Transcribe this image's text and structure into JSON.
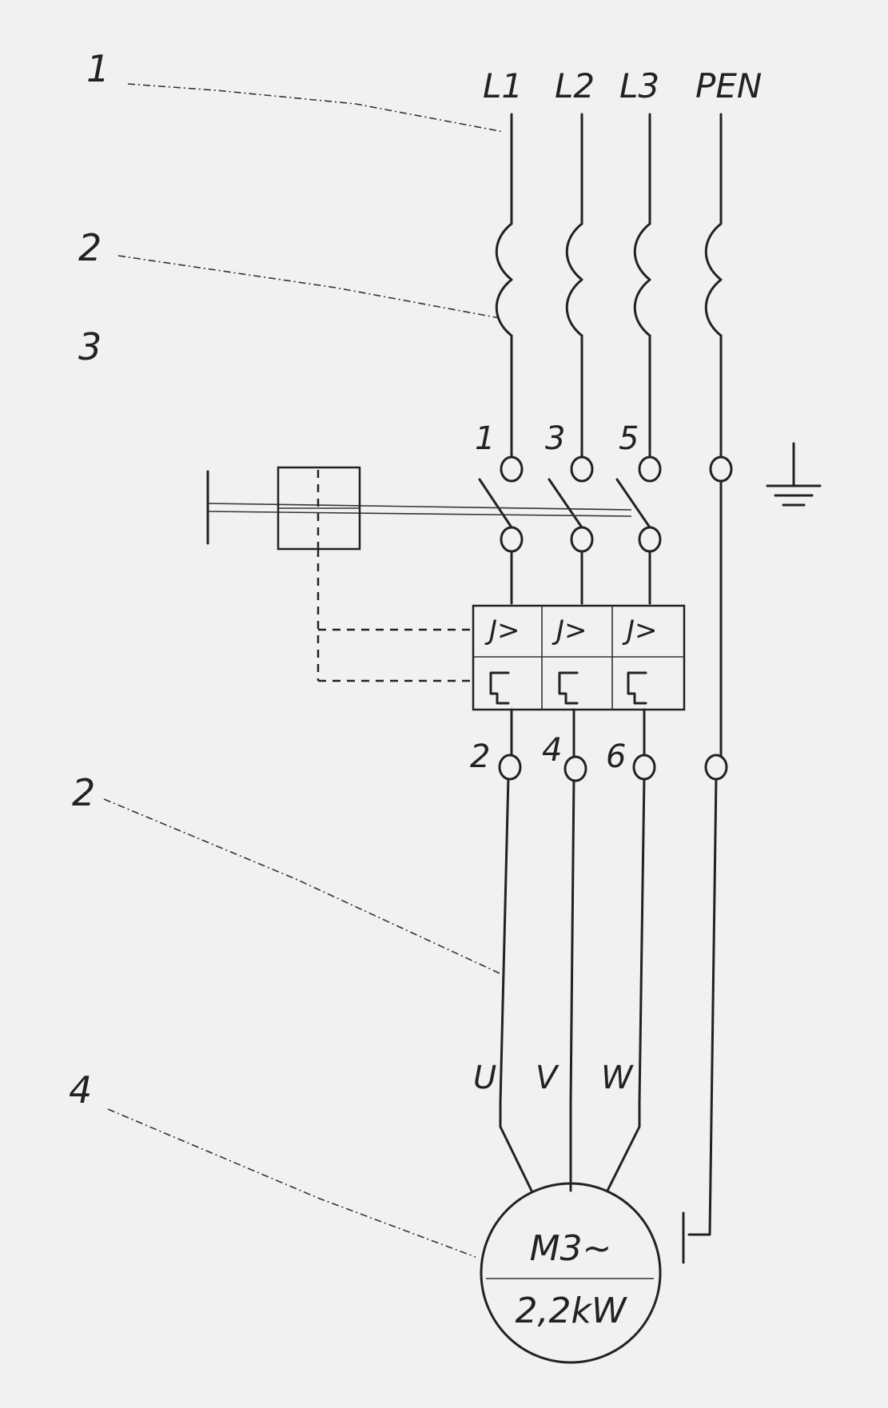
{
  "callouts": {
    "c1": "1",
    "c2_top": "2",
    "c3": "3",
    "c2_bottom": "2",
    "c4": "4"
  },
  "phases": {
    "l1": "L1",
    "l2": "L2",
    "l3": "L3",
    "pen": "PEN"
  },
  "terminals_in": {
    "t1": "1",
    "t3": "3",
    "t5": "5"
  },
  "terminals_out": {
    "t2": "2",
    "t4": "4",
    "t6": "6"
  },
  "relay": {
    "r1": "J>",
    "r2": "J>",
    "r3": "J>"
  },
  "motor_terminals": {
    "u": "U",
    "v": "V",
    "w": "W"
  },
  "motor": {
    "type": "M3~",
    "power": "2,2kW"
  },
  "icons": {
    "ground": "ground-icon",
    "fuse": "fuse-icon",
    "motor": "motor-icon"
  }
}
